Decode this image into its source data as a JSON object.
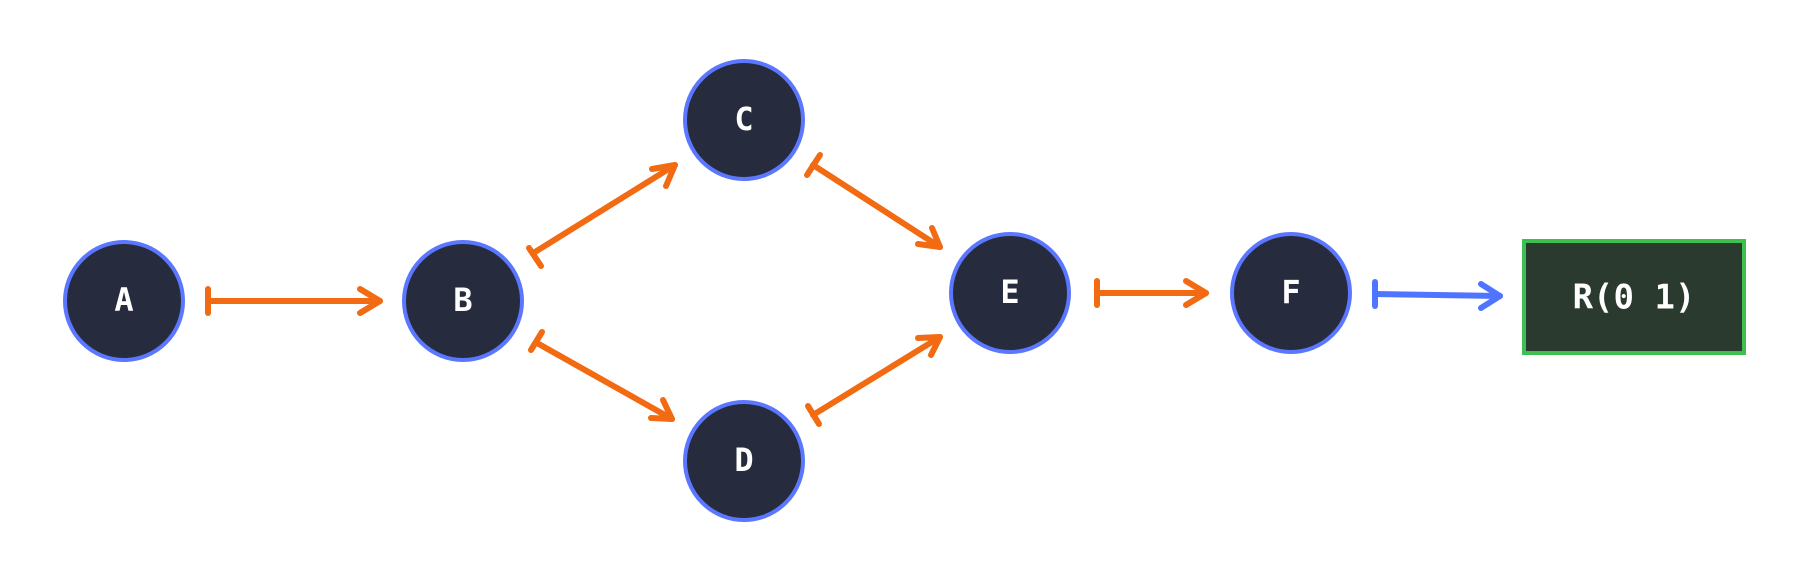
{
  "colors": {
    "node_fill": "#262b3e",
    "node_stroke": "#5b76ff",
    "edge_orange": "#f26a12",
    "edge_blue": "#4f74ff",
    "result_fill": "#2a3a2e",
    "result_stroke": "#3fbf4f",
    "label_text": "#ffffff"
  },
  "nodes": {
    "a": "A",
    "b": "B",
    "c": "C",
    "d": "D",
    "e": "E",
    "f": "F"
  },
  "result": {
    "label": "R(0 1)"
  },
  "edges": [
    {
      "from": "A",
      "to": "B",
      "color": "orange"
    },
    {
      "from": "B",
      "to": "C",
      "color": "orange"
    },
    {
      "from": "B",
      "to": "D",
      "color": "orange"
    },
    {
      "from": "C",
      "to": "E",
      "color": "orange"
    },
    {
      "from": "D",
      "to": "E",
      "color": "orange"
    },
    {
      "from": "E",
      "to": "F",
      "color": "orange"
    },
    {
      "from": "F",
      "to": "R(0 1)",
      "color": "blue"
    }
  ]
}
